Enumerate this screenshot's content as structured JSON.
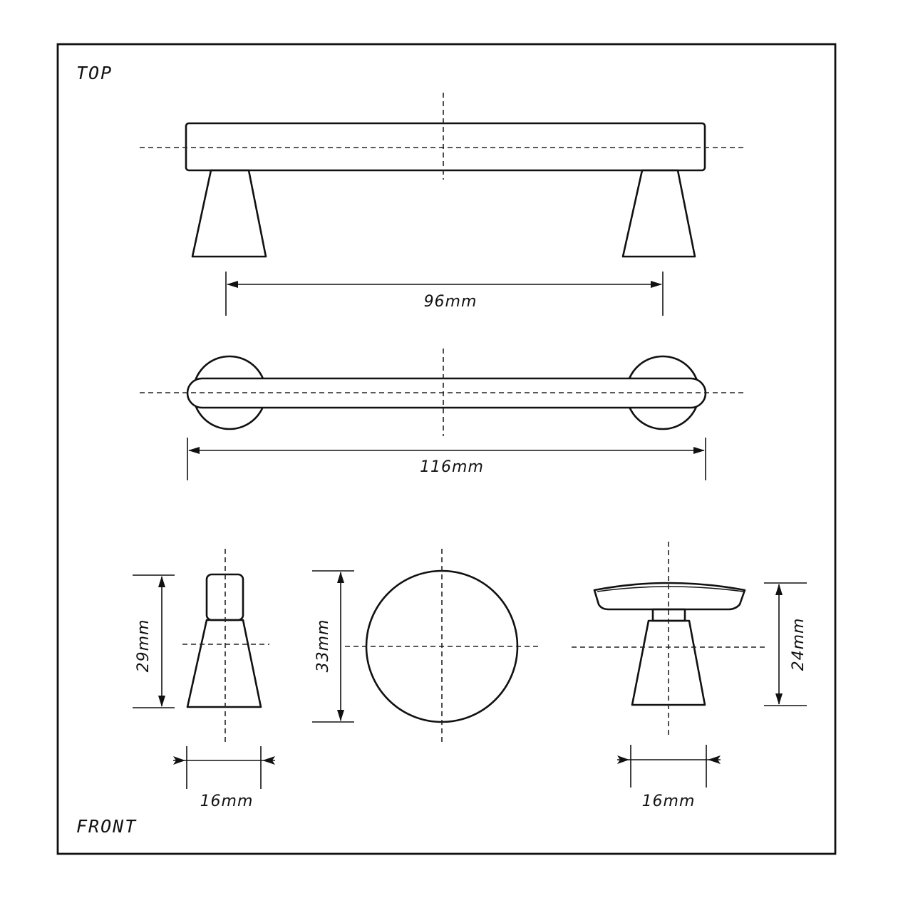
{
  "views": {
    "top": "TOP",
    "front": "FRONT"
  },
  "dimensions": {
    "top_pull_centers": "96mm",
    "pull_length": "116mm",
    "knob_side_height": "29mm",
    "knob_diameter": "33mm",
    "knob_profile_height": "24mm",
    "knob_side_base": "16mm",
    "knob_profile_base": "16mm"
  },
  "colors": {
    "stroke": "#111111",
    "background": "#ffffff"
  }
}
